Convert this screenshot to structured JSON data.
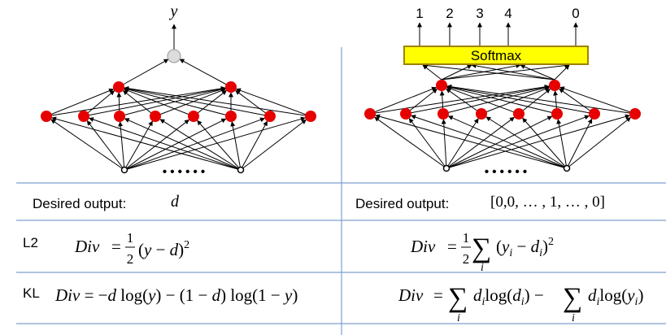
{
  "left_diagram": {
    "output_label": "y",
    "ellipsis": "• • • • • •"
  },
  "right_diagram": {
    "output_labels": [
      "1",
      "2",
      "3",
      "4",
      "0"
    ],
    "softmax_label": "Softmax",
    "ellipsis": "• • • • • •"
  },
  "rows": {
    "desired": {
      "left_label": "Desired output:",
      "left_value": "d",
      "right_label": "Desired output:",
      "right_value": "[0,0, … , 1, … , 0]"
    },
    "l2": {
      "row_label": "L2"
    },
    "kl": {
      "row_label": "KL"
    }
  },
  "colors": {
    "neuron": "#e60000",
    "output_node": "#dcdcdc",
    "softmax_fill": "#ffff00",
    "softmax_border": "#a08000",
    "table_line": "#7f9fcf"
  }
}
